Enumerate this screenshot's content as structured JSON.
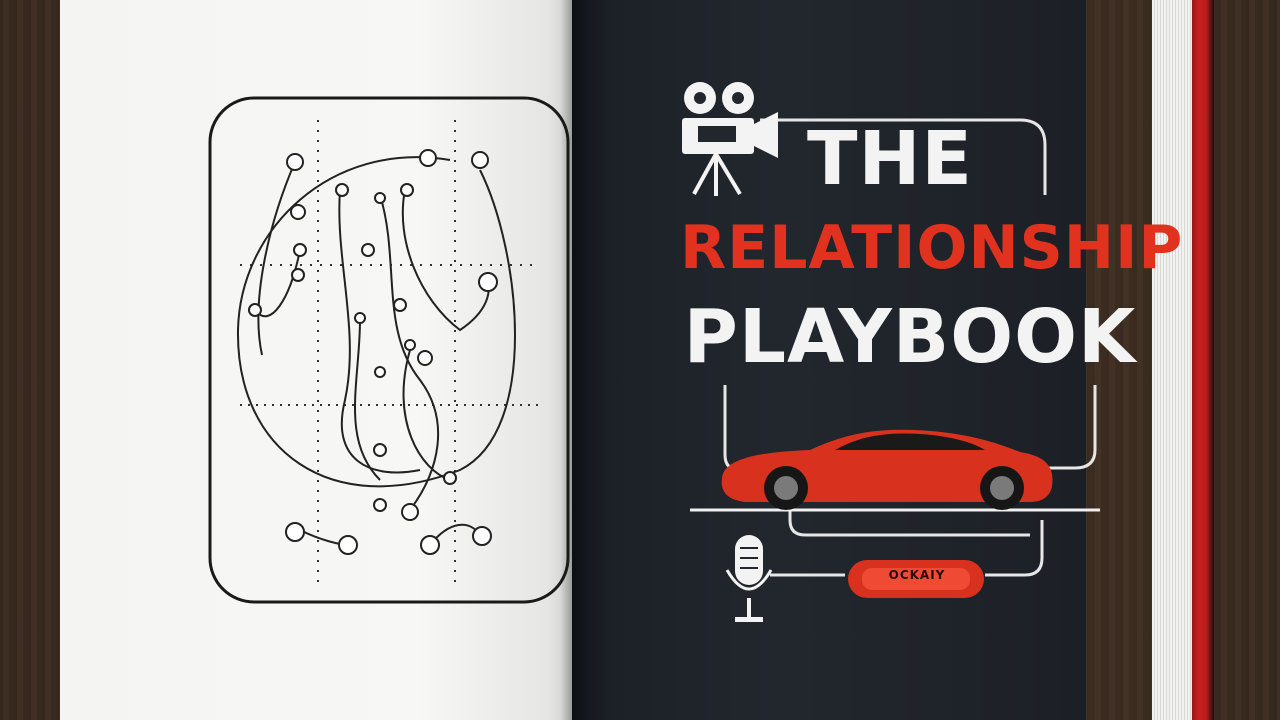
{
  "book": {
    "title_line_1": "THE",
    "title_line_2": "RELATIONSHIP",
    "title_line_3": "PLAYBOOK",
    "badge_text": "OCKAIY"
  },
  "colors": {
    "accent_red": "#e0321f",
    "cover_dark": "#22272e",
    "title_white": "#f3f3f3"
  },
  "icons": [
    "film-camera-icon",
    "sports-car-icon",
    "microphone-icon",
    "football-play-diagram"
  ]
}
